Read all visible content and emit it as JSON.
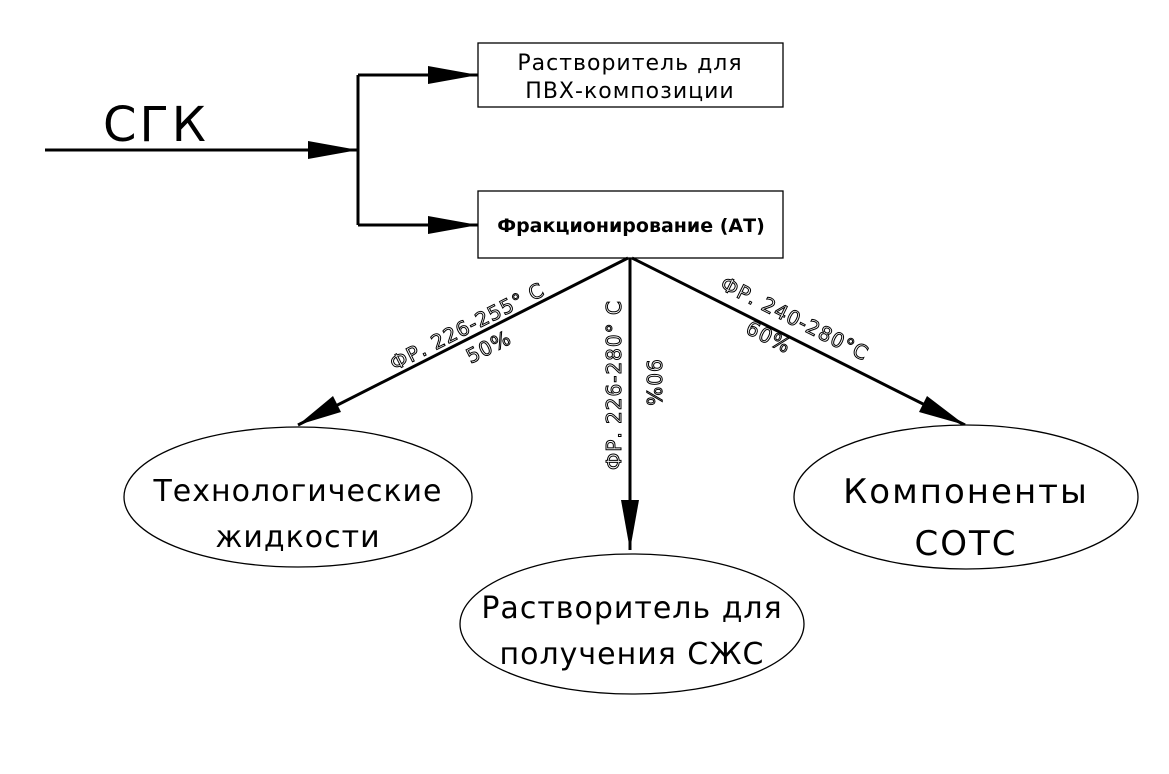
{
  "source": {
    "label": "СГК"
  },
  "boxes": {
    "solvent_pvc": {
      "line1": "Растворитель для",
      "line2": "ПВХ-композиции"
    },
    "fractionation": {
      "label": "Фракционирование (АТ)"
    }
  },
  "branches": {
    "left": {
      "fraction": "ФР. 226-255° С",
      "yield": "50%"
    },
    "middle": {
      "fraction": "ФР. 226-280° С",
      "yield": "90%"
    },
    "right": {
      "fraction": "ФР. 240-280°С",
      "yield": "60%"
    }
  },
  "products": {
    "tech_fluids": {
      "line1": "Технологические",
      "line2": "жидкости"
    },
    "solvent_szhs": {
      "line1": "Растворитель для",
      "line2": "получения СЖС"
    },
    "sots_components": {
      "line1": "Компоненты",
      "line2": "СОТС"
    }
  }
}
